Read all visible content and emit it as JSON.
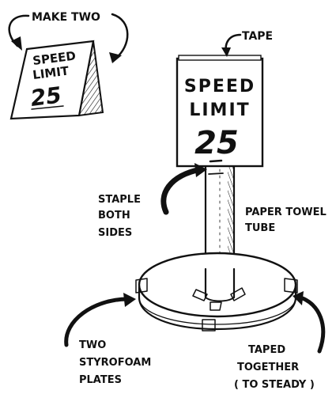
{
  "folded_card": {
    "note": "MAKE TWO",
    "sign_line1": "SPEED",
    "sign_line2": "LIMIT",
    "sign_number": "25"
  },
  "main_sign": {
    "line1": "SPEED",
    "line2": "LIMIT",
    "number": "25"
  },
  "labels": {
    "tape": "TAPE",
    "staple_1": "STAPLE",
    "staple_2": "BOTH",
    "staple_3": "SIDES",
    "tube_1": "PAPER TOWEL",
    "tube_2": "TUBE",
    "plates_1": "TWO",
    "plates_2": "STYROFOAM",
    "plates_3": "PLATES",
    "taped_1": "TAPED",
    "taped_2": "TOGETHER",
    "taped_3": "( TO STEADY )"
  },
  "colors": {
    "ink": "#111111",
    "paper": "#ffffff"
  }
}
